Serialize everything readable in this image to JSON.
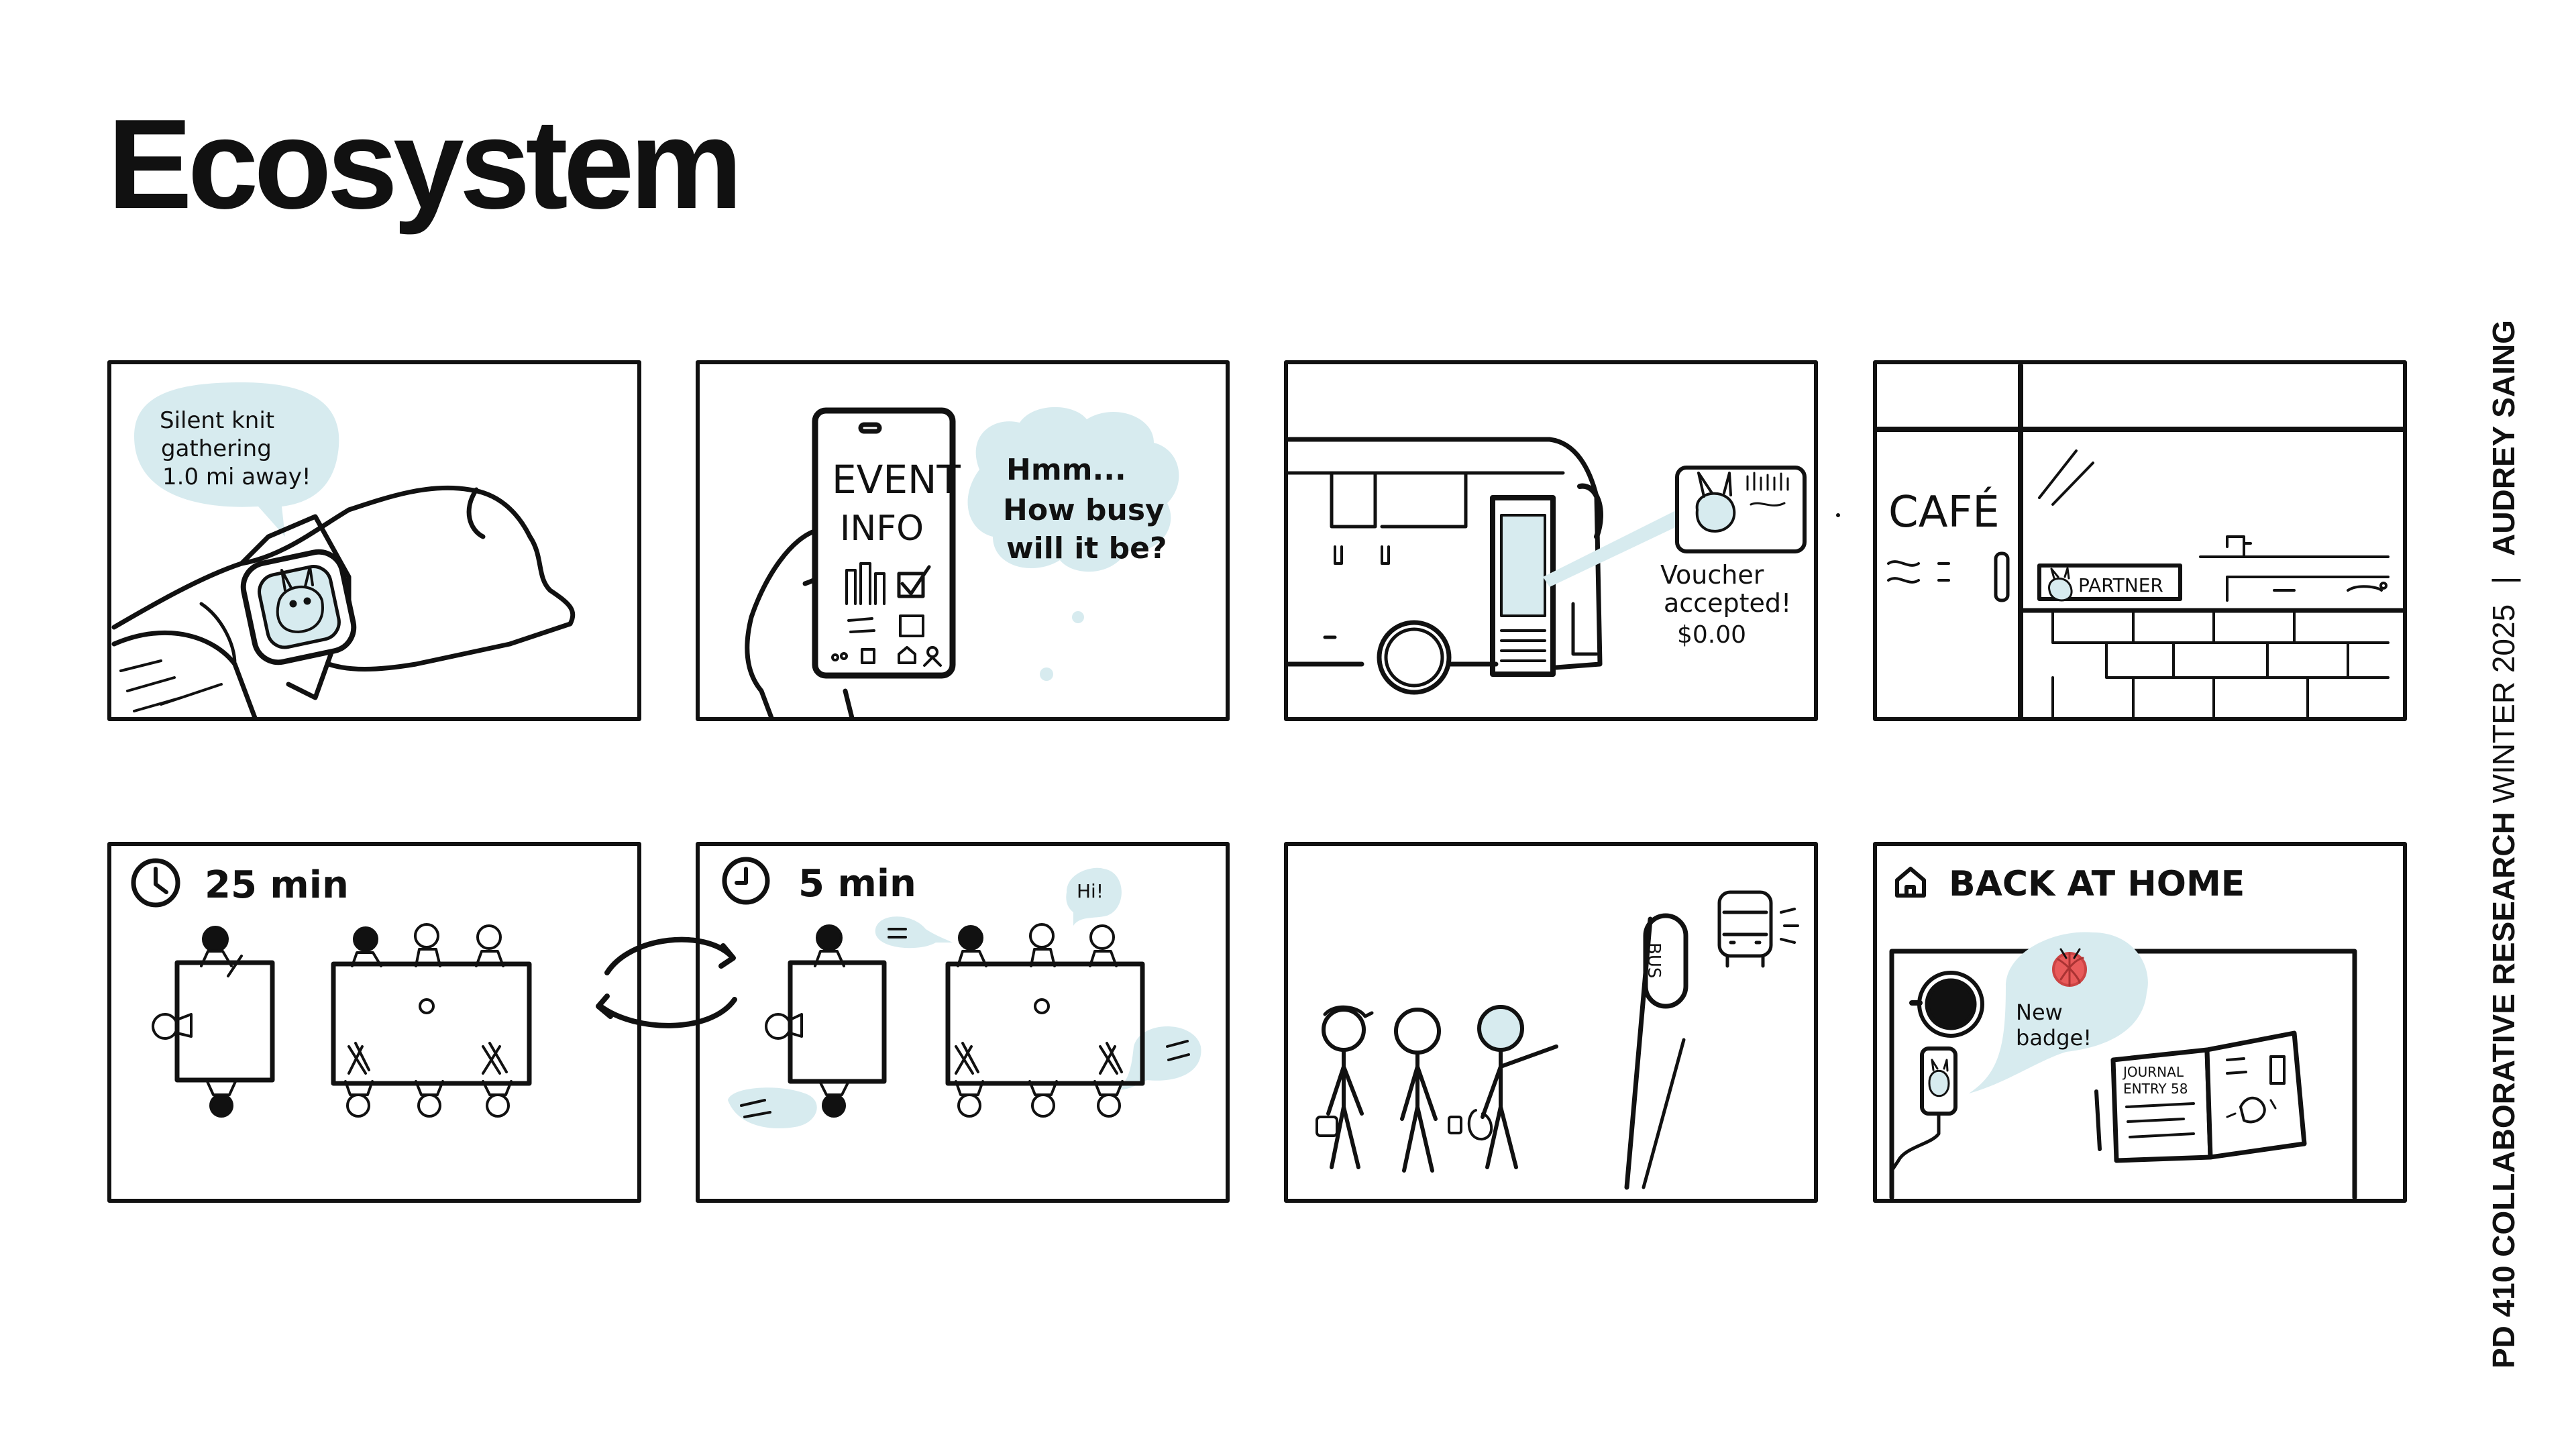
{
  "title": "Ecosystem",
  "side_label": {
    "course": "PD 410 COLLABORATIVE",
    "research": "RESEARCH",
    "term": "WINTER 2025",
    "separator": "|",
    "author": "AUDREY SAING"
  },
  "panels": {
    "p1": {
      "bubble_line1": "Silent knit",
      "bubble_line2": "gathering",
      "bubble_line3": "1.0 mi away!"
    },
    "p2": {
      "phone_line1": "EVENT",
      "phone_line2": "INFO",
      "thought_line1": "Hmm...",
      "thought_line2": "How busy",
      "thought_line3": "will it be?"
    },
    "p3": {
      "caption_line1": "Voucher",
      "caption_line2": "accepted!",
      "caption_line3": "$0.00"
    },
    "p4": {
      "sign": "CAFÉ",
      "badge": "PARTNER"
    },
    "p5": {
      "timer": "25 min"
    },
    "p6": {
      "timer": "5 min",
      "greeting": "Hi!"
    },
    "p7": {
      "bus_sign": "BUS"
    },
    "p8": {
      "heading": "BACK AT HOME",
      "bubble_line1": "New",
      "bubble_line2": "badge!",
      "journal_line1": "JOURNAL",
      "journal_line2": "ENTRY 58"
    }
  },
  "colors": {
    "ink": "#111111",
    "accent": "#d7ebef",
    "badge_red": "#e85a5a"
  }
}
